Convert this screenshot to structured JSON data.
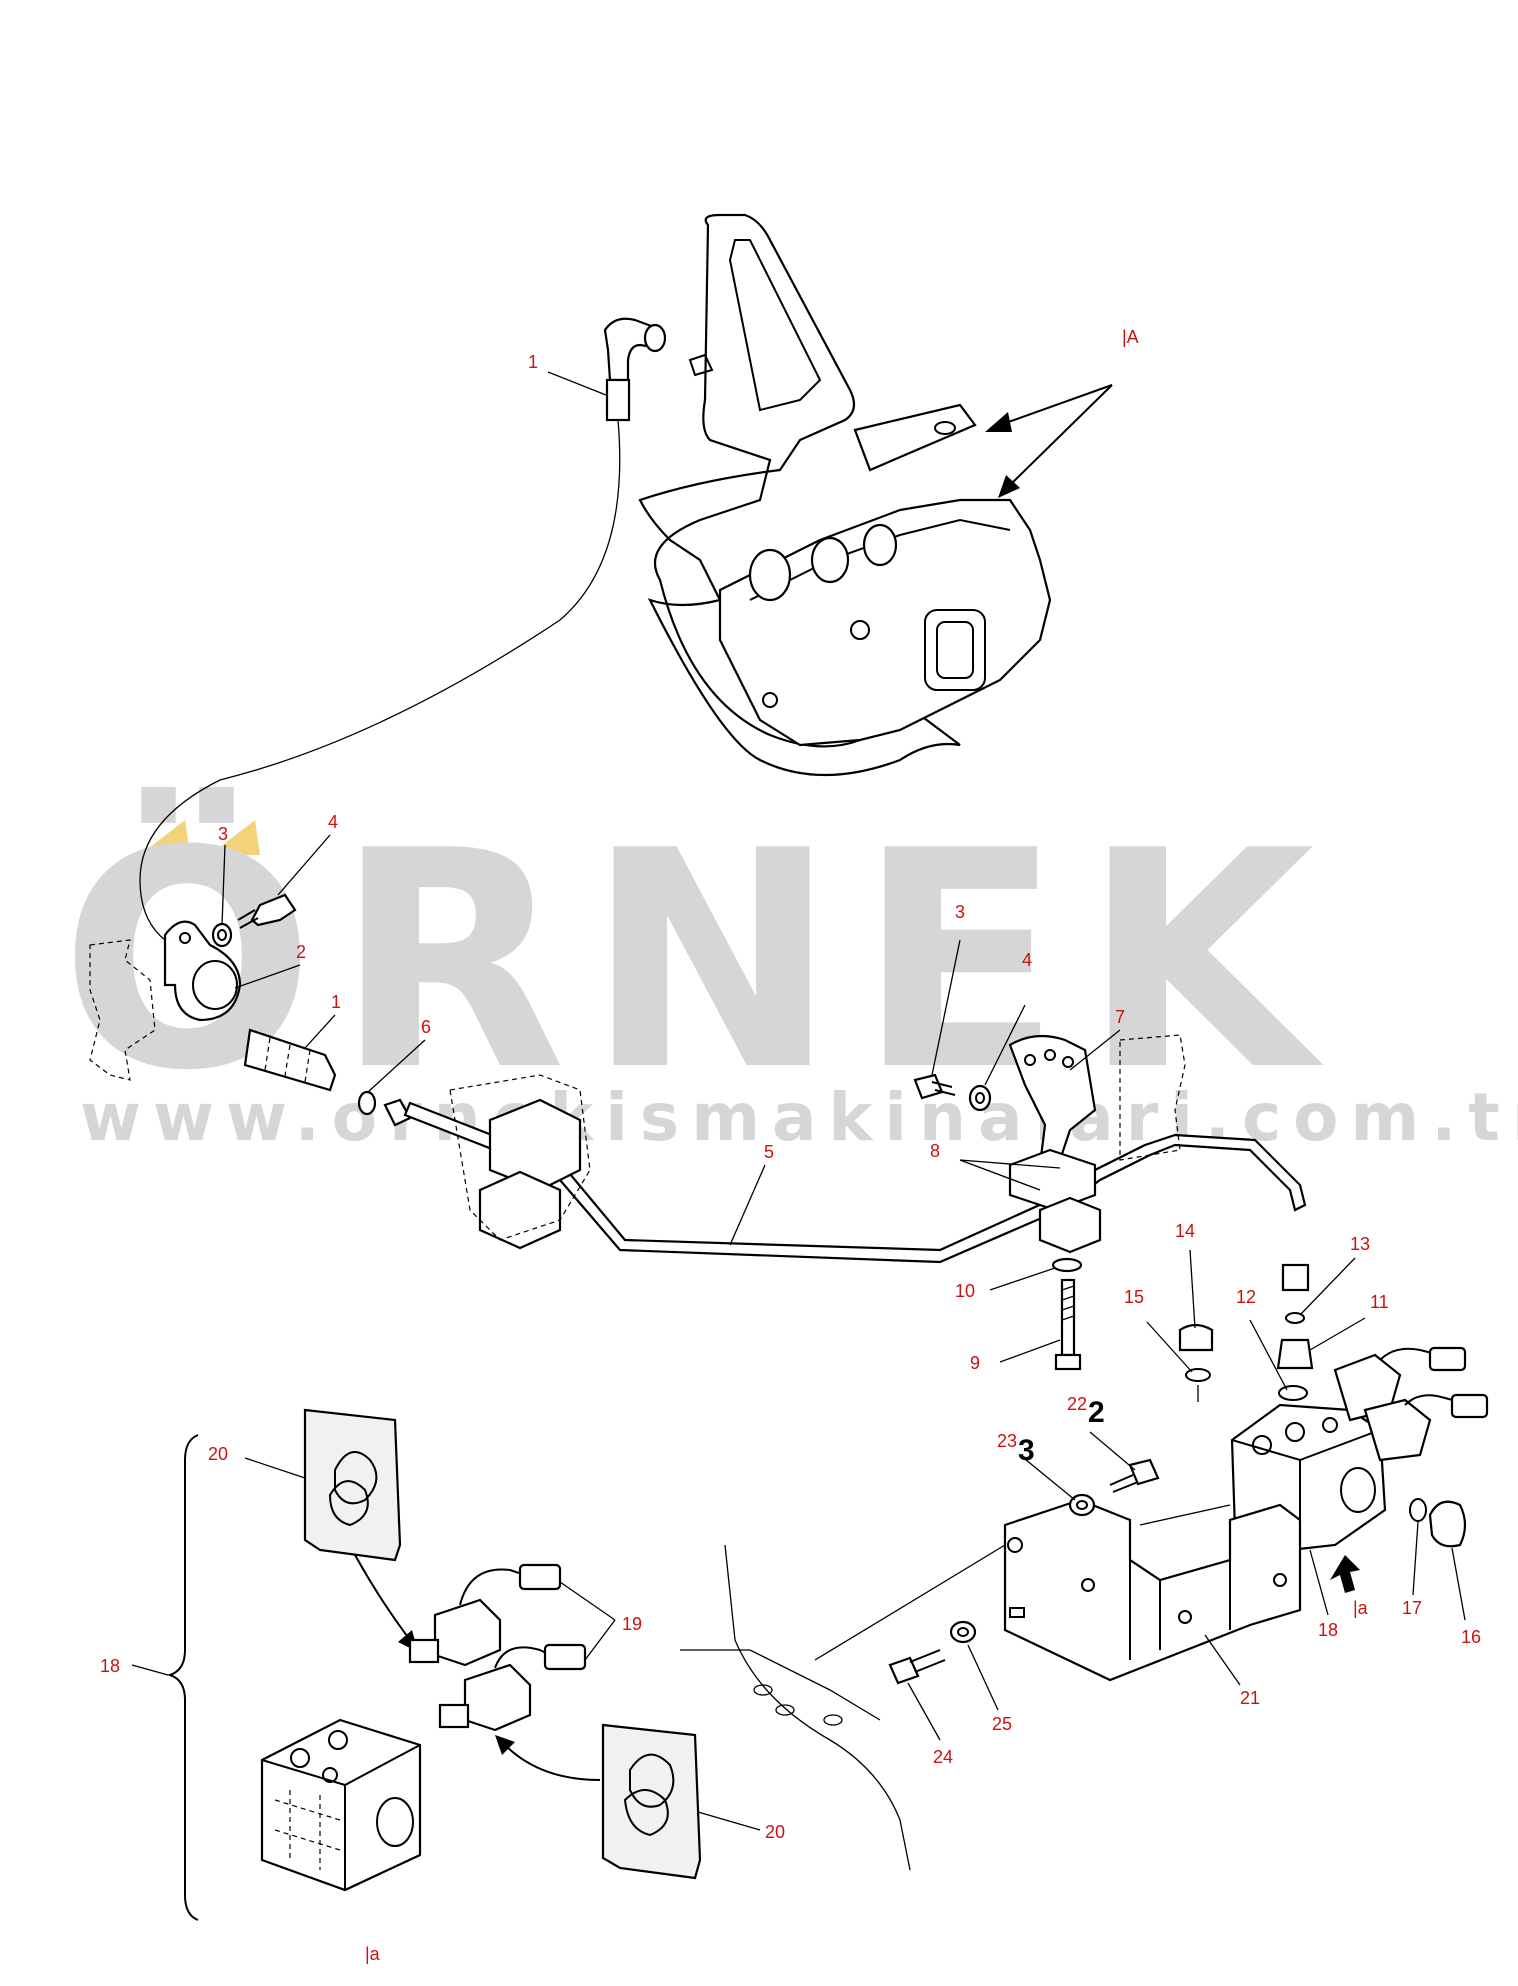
{
  "colors": {
    "callout": "#cc1111",
    "line": "#000000",
    "watermark": "#d6d6d9",
    "watermark_accent": "#f2d27a"
  },
  "watermark": {
    "logo_text": "ÖRNEK",
    "url_text": "www.ornekismakinalari.com.tr"
  },
  "reference_labels": {
    "view_a_upper": "|A",
    "view_a_lower_right": "|a",
    "view_a_bottom": "|a"
  },
  "quantity_marks": {
    "bolt_22_qty": "2",
    "washer_23_qty": "3"
  },
  "callouts": {
    "c1_top": "1",
    "c3_left": "3",
    "c4_left": "4",
    "c2": "2",
    "c1_mid": "1",
    "c6": "6",
    "c3_right": "3",
    "c4_right": "4",
    "c7": "7",
    "c8": "8",
    "c5": "5",
    "c10": "10",
    "c9": "9",
    "c14": "14",
    "c15": "15",
    "c12": "12",
    "c13": "13",
    "c11": "11",
    "c22": "22",
    "c23": "23",
    "c20_top": "20",
    "c19": "19",
    "c18_left": "18",
    "c20_bottom": "20",
    "c24": "24",
    "c25": "25",
    "c21": "21",
    "c18_right": "18",
    "c17": "17",
    "c16": "16"
  }
}
